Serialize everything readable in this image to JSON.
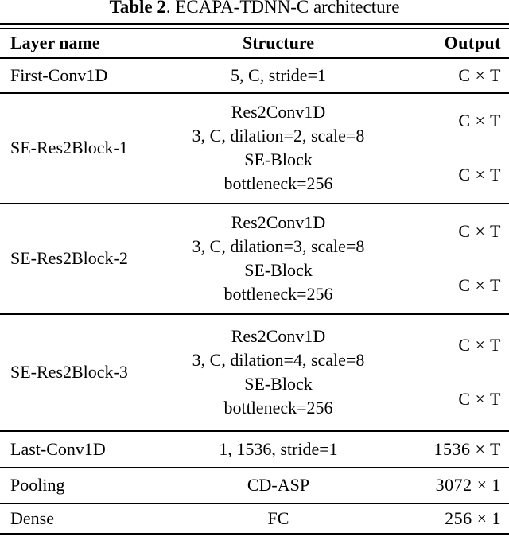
{
  "title": {
    "label": "Table 2",
    "caption": ". ECAPA-TDNN-C architecture"
  },
  "table": {
    "headers": {
      "layer": "Layer name",
      "structure": "Structure",
      "output": "Output"
    },
    "rows": [
      {
        "layer": "First-Conv1D",
        "structure": [
          "5, C, stride=1"
        ],
        "outputs": [
          "C × T"
        ]
      },
      {
        "layer": "SE-Res2Block-1",
        "structure": [
          "Res2Conv1D",
          "3, C, dilation=2, scale=8",
          "SE-Block",
          "bottleneck=256"
        ],
        "outputs": [
          "C × T",
          "C × T"
        ]
      },
      {
        "layer": "SE-Res2Block-2",
        "structure": [
          "Res2Conv1D",
          "3, C, dilation=3, scale=8",
          "SE-Block",
          "bottleneck=256"
        ],
        "outputs": [
          "C × T",
          "C × T"
        ]
      },
      {
        "layer": "SE-Res2Block-3",
        "structure": [
          "Res2Conv1D",
          "3, C, dilation=4, scale=8",
          "SE-Block",
          "bottleneck=256"
        ],
        "outputs": [
          "C × T",
          "C × T"
        ]
      },
      {
        "layer": "Last-Conv1D",
        "structure": [
          "1, 1536, stride=1"
        ],
        "outputs": [
          "1536 × T"
        ]
      },
      {
        "layer": "Pooling",
        "structure": [
          "CD-ASP"
        ],
        "outputs": [
          "3072 × 1"
        ]
      },
      {
        "layer": "Dense",
        "structure": [
          "FC"
        ],
        "outputs": [
          "256 × 1"
        ]
      }
    ]
  },
  "colors": {
    "text": "#000000",
    "background": "#ffffff",
    "rule": "#000000"
  }
}
